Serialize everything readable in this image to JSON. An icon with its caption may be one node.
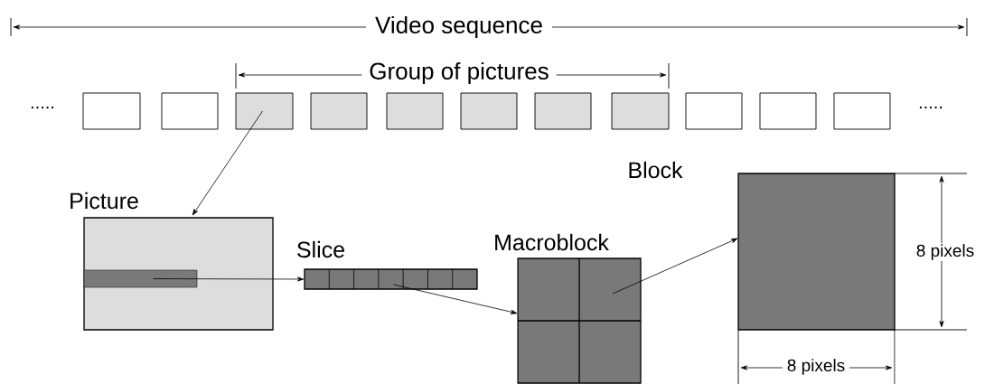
{
  "diagram": {
    "nodes": [
      {
        "text": [],
        "shape": "box"
      },
      {
        "text": [],
        "shape": "box"
      },
      {
        "text": [],
        "shape": "box"
      },
      {
        "text": [],
        "shape": "box"
      },
      {
        "text": [],
        "shape": "box"
      },
      {
        "text": [],
        "shape": "box"
      },
      {
        "text": [],
        "shape": "box"
      },
      {
        "text": [],
        "shape": "box"
      },
      {
        "text": [],
        "shape": "box"
      },
      {
        "text": [],
        "shape": "box"
      },
      {
        "text": [],
        "shape": "box"
      },
      {
        "text": [
          "Picture"
        ]
      },
      {
        "text": [],
        "shape": "bar",
        "in": 11
      },
      {
        "text": [
          "Slice"
        ]
      },
      {
        "text": [
          "Macroblock"
        ]
      },
      {
        "text": [
          "Block"
        ]
      }
    ],
    "edges": [
      {
        "from": 2,
        "to": 11,
        "arrow": "to"
      },
      {
        "from": 12,
        "to": 13,
        "arrow": "to"
      },
      {
        "from": 13,
        "to": 14,
        "arrow": "to"
      },
      {
        "from": 14,
        "to": 15,
        "arrow": "to"
      }
    ],
    "labels": [
      "Video sequence",
      "Group of pictures",
      ".....",
      ".....",
      "8 pixels",
      "8 pixels"
    ]
  }
}
